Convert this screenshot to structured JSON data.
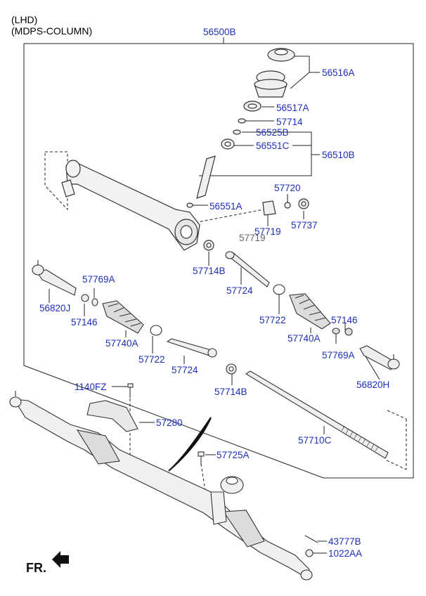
{
  "header": {
    "line1": "(LHD)",
    "line2": "(MDPS-COLUMN)"
  },
  "assembly_label": "56500B",
  "parts": {
    "p56516A": "56516A",
    "p56517A": "56517A",
    "p57714": "57714",
    "p56525B": "56525B",
    "p56551C": "56551C",
    "p56510B": "56510B",
    "p57720": "57720",
    "p56551A": "56551A",
    "p57719a": "57719",
    "p57719b": "57719",
    "p57737": "57737",
    "p57714B_1": "57714B",
    "p57724_1": "57724",
    "p57722_1": "57722",
    "p57769A_1": "57769A",
    "p57146_1": "57146",
    "p56820J": "56820J",
    "p57740A_1": "57740A",
    "p57722_2": "57722",
    "p57724_2": "57724",
    "p57714B_2": "57714B",
    "p57740A_2": "57740A",
    "p57146_2": "57146",
    "p57769A_2": "57769A",
    "p56820H": "56820H",
    "p1140FZ": "1140FZ",
    "p57280": "57280",
    "p57725A": "57725A",
    "p57710C": "57710C",
    "p43777B": "43777B",
    "p1022AA": "1022AA"
  },
  "direction_label": "FR.",
  "colors": {
    "label": "#1c2fb8",
    "line": "#000000"
  }
}
